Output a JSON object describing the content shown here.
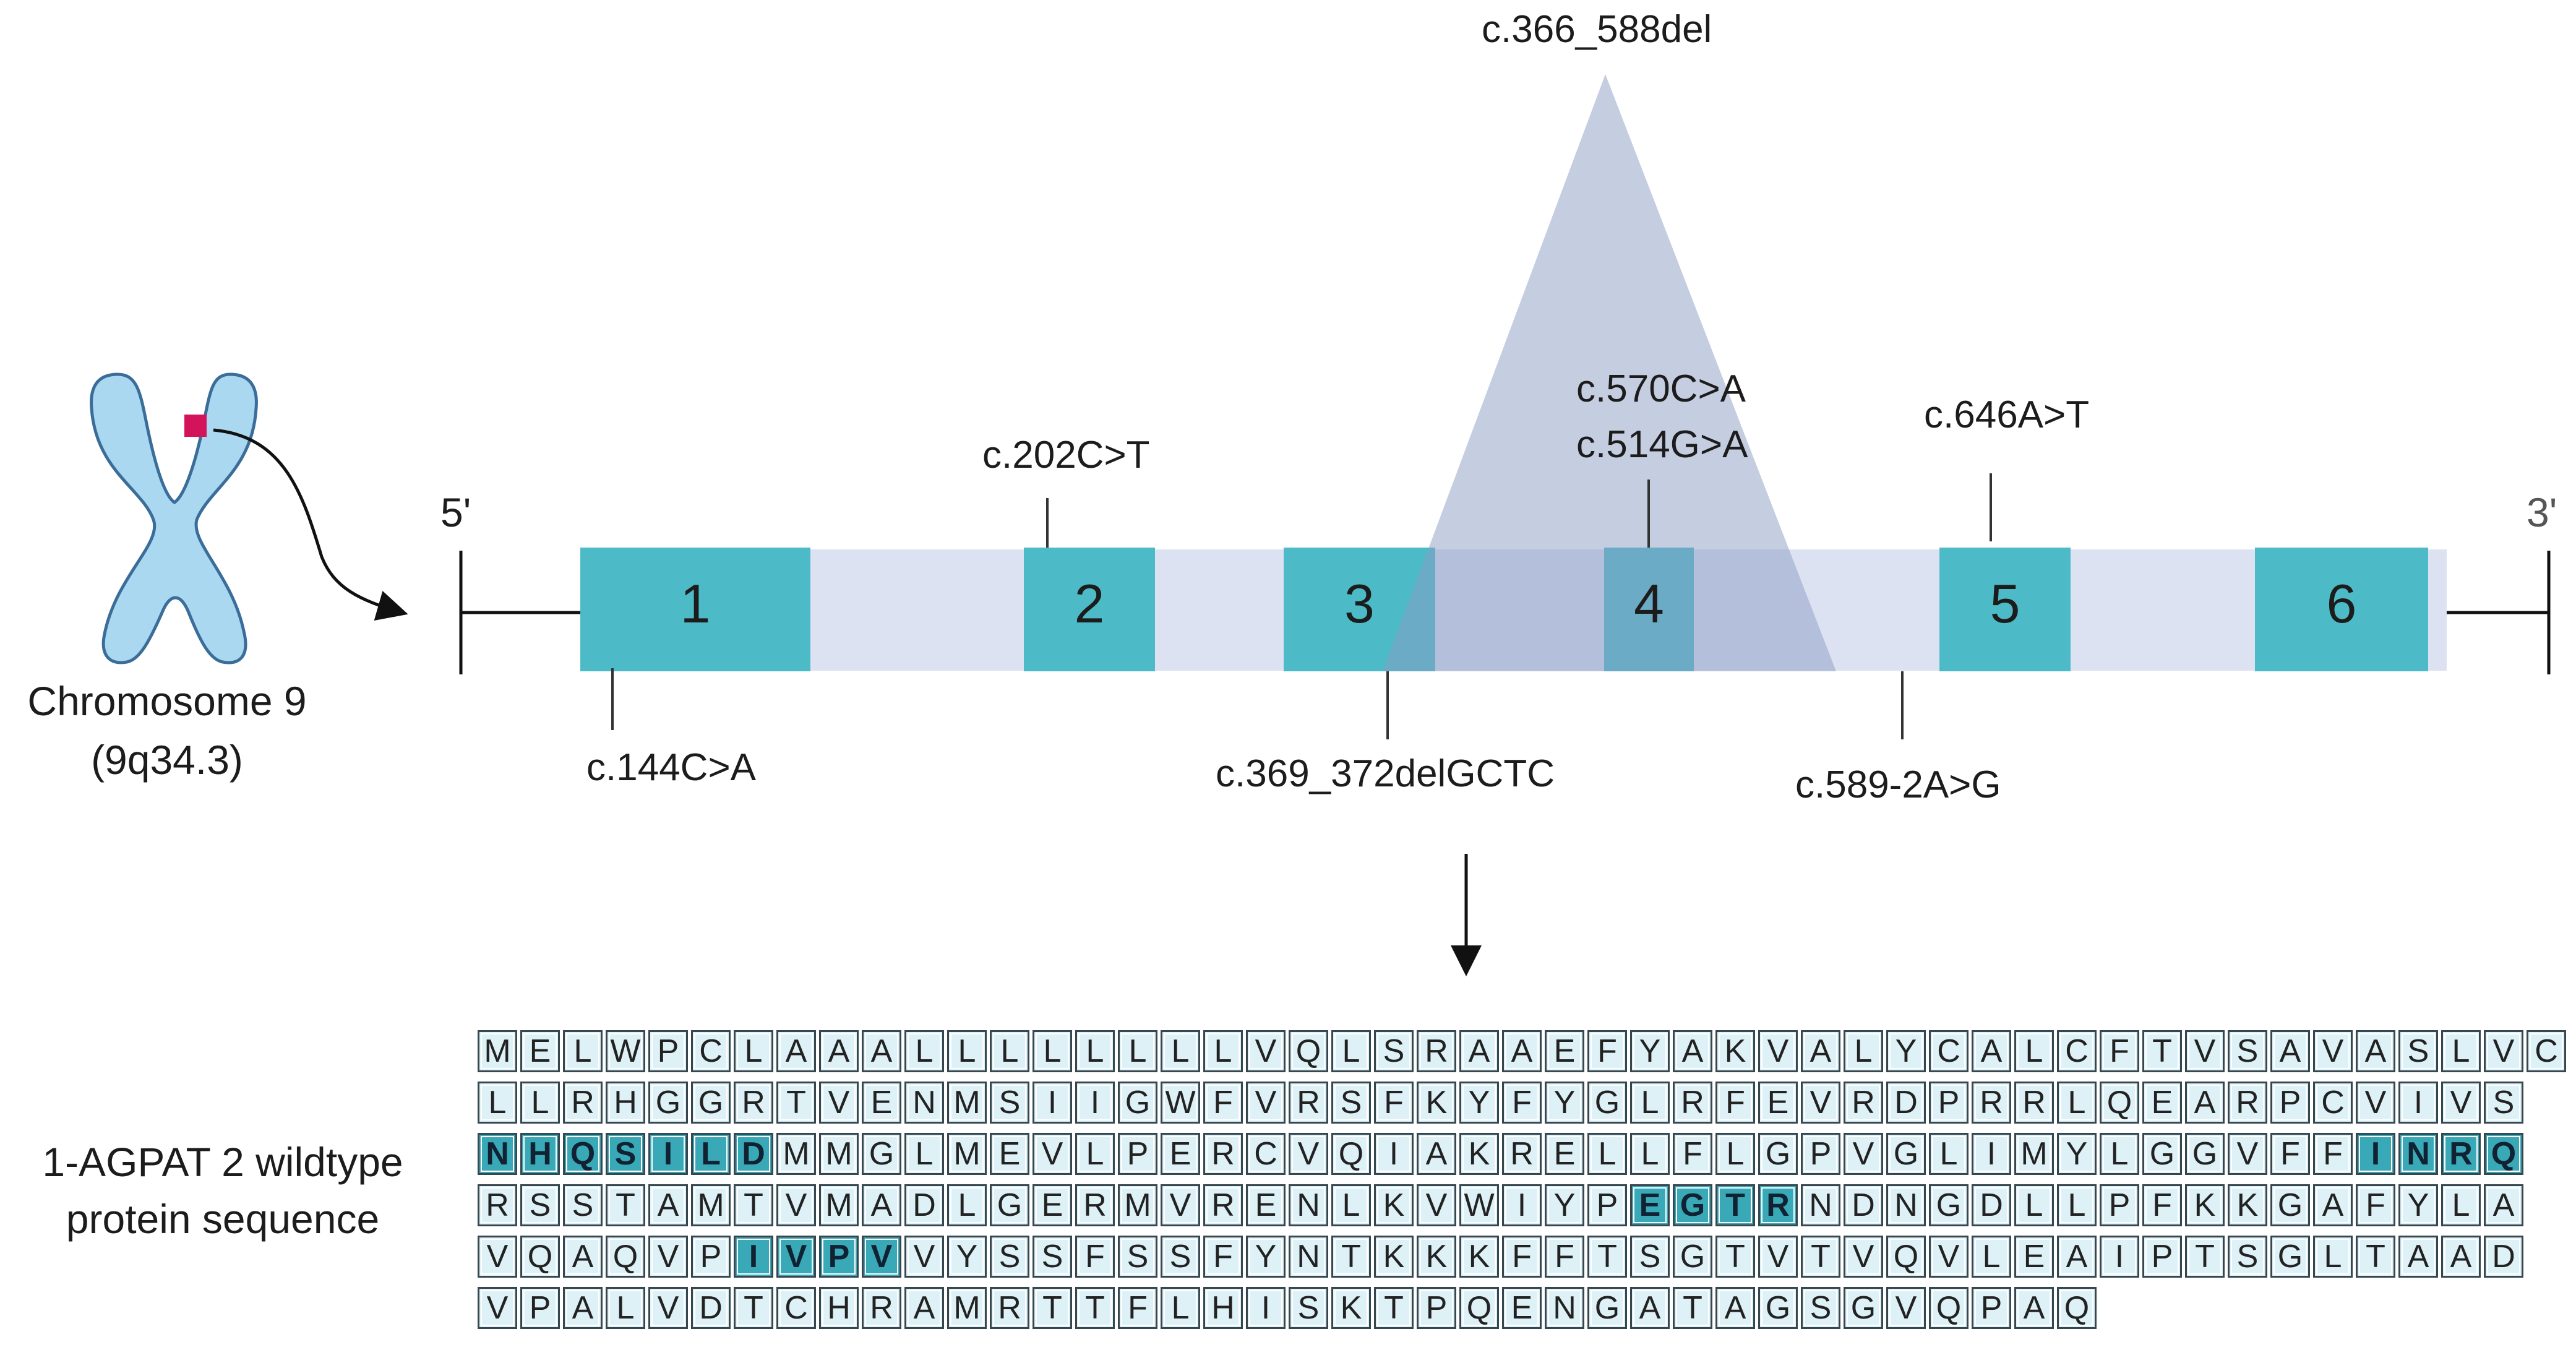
{
  "colors": {
    "exon": "#4dbbc7",
    "exon_dark": "#3a9fb0",
    "intron": "#dde2f2",
    "deletion_triangle": "#9aa9cb",
    "chromosome": "#a9d8f0",
    "chromosome_band": "#d4145a",
    "residue_box": "#ddf1f7",
    "residue_highlight": "#39a9b7"
  },
  "chromosome": {
    "icon": "chromosome-icon",
    "name": "Chromosome 9",
    "band": "(9q34.3)"
  },
  "gene": {
    "end_5": "5'",
    "end_3": "3'",
    "exons": [
      "1",
      "2",
      "3",
      "4",
      "5",
      "6"
    ]
  },
  "mutations": {
    "deletion": "c.366_588del",
    "c570": "c.570C>A",
    "c514": "c.514G>A",
    "c646": "c.646A>T",
    "c202": "c.202C>T",
    "c144": "c.144C>A",
    "c369": "c.369_372delGCTC",
    "c589": "c.589-2A>G"
  },
  "protein": {
    "label_line1": "1-AGPAT 2 wildtype",
    "label_line2": "protein sequence",
    "rows": [
      "MELWPCLAAALLLLLLLLVQLSRAAEFYAKVALYCALCFTVSAVASLVC",
      "LLRHGGRTVENMSIIGWFVRSFKYFYGLRFEVRDPRRLQEARPCVIVS",
      "NHQSILDMMGLMEVLPERCVQIAKRELLFLGPVGLIMYLGGVFFINRQ",
      "RSSTAMTVMADLGERMVRENLKVWIYPEGTRNDNGDLLPFKKGAFYLA",
      "VQAQVPIVPVVYSSFSSFYNTKKKFFTSGTVTVQVLEAIPTSGLTAAD",
      "VPALVDTCHRAMRTTFLHISKTPQENGATAGSGVQPAQ"
    ],
    "highlights": [
      {
        "row": 2,
        "start": 0,
        "end": 6
      },
      {
        "row": 2,
        "start": 44,
        "end": 47
      },
      {
        "row": 3,
        "start": 27,
        "end": 30
      },
      {
        "row": 4,
        "start": 6,
        "end": 9
      }
    ]
  }
}
